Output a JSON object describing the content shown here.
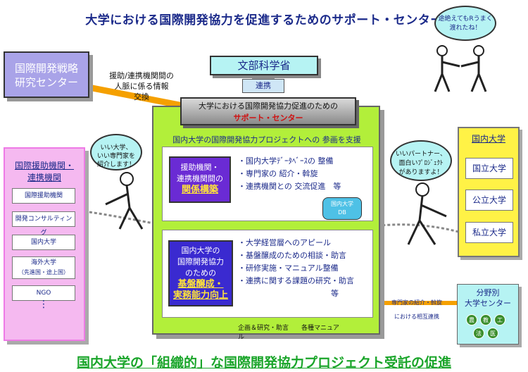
{
  "title": "大学における国際開発協力を促進するためのサポート・センター",
  "bottom_title": "国内大学の「組織的」な国際開発協力プロジェクト受託の促進",
  "kaihatsu": {
    "line1": "国際開発戦略",
    "line2": "研究センター"
  },
  "note_left": {
    "line1": "援助/連携機関間の",
    "line2": "人脈に係る情報",
    "line3": "交換"
  },
  "mext": "文部科学省",
  "renkei": "連携",
  "support_head": {
    "line1": "大学における国際開発協力促進のための",
    "line2": "サポート・センター"
  },
  "big_head": "国内大学の国際開発協力プロジェクトへの 参画を支援",
  "panel1": {
    "tag_line1": "援助機関・",
    "tag_line2": "連携機関間の",
    "tag_strong": "関係構築",
    "items": [
      "・国内大学ﾃﾞｰﾀﾍﾞｰｽの 整備",
      "・専門家の 紹介・斡旋",
      "・連携機関との 交流促進　等"
    ],
    "db_line1": "国内大学",
    "db_line2": "DB"
  },
  "panel2": {
    "tag_line1": "国内大学の",
    "tag_line2": "国際開発協力",
    "tag_line3": "のための",
    "tag_strong1": "基盤醸成・",
    "tag_strong2": "実務能力向上",
    "items": [
      "・大学経営層へのアピール",
      "・基盤醸成のための相談・助言",
      "・研修実施・マニュアル整備",
      "・連携に関する課題の研究・助言",
      "等"
    ]
  },
  "caption": "企画＆研究・助言　　各種マニュアル",
  "left": {
    "title_line1": "国際援助機関・",
    "title_line2": "連携機関",
    "items": [
      "国際援助機関",
      "開発コンサルティング",
      "国内大学",
      "海外大学",
      "NGO"
    ],
    "sub": "（先進国・途上国）",
    "dots": "⋮"
  },
  "right": {
    "title": "国内大学",
    "items": [
      "国立大学",
      "公立大学",
      "私立大学"
    ]
  },
  "field": {
    "line1": "分野別",
    "line2": "大学センター",
    "orbs": [
      "農",
      "教",
      "工",
      "法",
      "医"
    ]
  },
  "field_note": {
    "line1": "専門家の紹介・斡旋",
    "line2": "における相互連携"
  },
  "bubbles": {
    "top_left": {
      "line1": "いい大学、",
      "line2": "いい専門家を",
      "line3": "紹介します！"
    },
    "top_right": {
      "line1": "いいパートナー、",
      "line2": "面白いﾌﾟﾛｼﾞｪｸﾄ",
      "line3": "がありますよ！"
    },
    "top": {
      "line1": "途絶えてもRうまく",
      "line2": "渡れたね！"
    }
  }
}
